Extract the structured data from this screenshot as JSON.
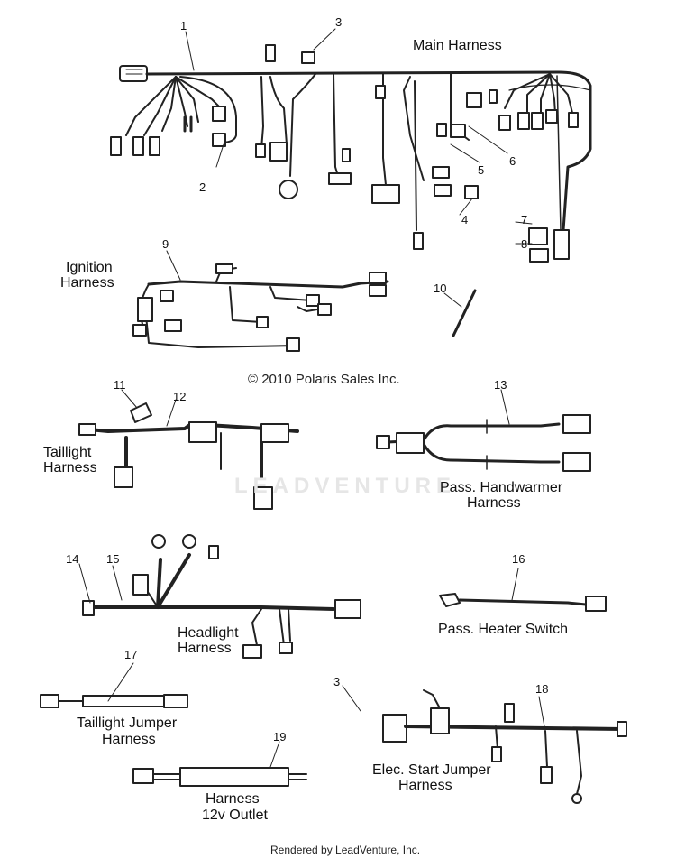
{
  "labels": {
    "main_harness": "Main Harness",
    "ignition_harness_l1": "Ignition",
    "ignition_harness_l2": "Harness",
    "taillight_harness_l1": "Taillight",
    "taillight_harness_l2": "Harness",
    "pass_handwarmer_l1": "Pass. Handwarmer",
    "pass_handwarmer_l2": "Harness",
    "headlight_harness_l1": "Headlight",
    "headlight_harness_l2": "Harness",
    "pass_heater_switch": "Pass. Heater Switch",
    "taillight_jumper_l1": "Taillight Jumper",
    "taillight_jumper_l2": "Harness",
    "elec_start_jumper_l1": "Elec. Start Jumper",
    "elec_start_jumper_l2": "Harness",
    "harness_12v_l1": "Harness",
    "harness_12v_l2": "12v Outlet"
  },
  "callouts": [
    "1",
    "2",
    "3",
    "4",
    "5",
    "6",
    "7",
    "8",
    "9",
    "10",
    "11",
    "12",
    "13",
    "14",
    "15",
    "16",
    "17",
    "18",
    "19",
    "3"
  ],
  "copyright": "© 2010 Polaris Sales Inc.",
  "watermark": "LEADVENTURE",
  "footer": "Rendered by LeadVenture, Inc."
}
